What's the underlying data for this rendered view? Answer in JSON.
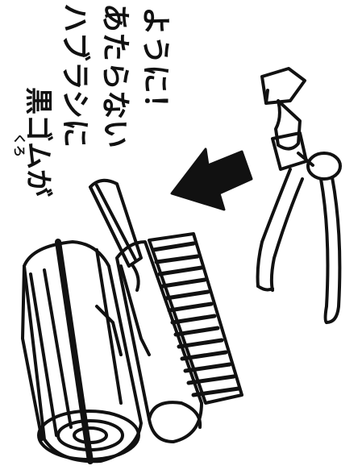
{
  "caption": {
    "ruby": "くろ",
    "line1": "黒ゴムが",
    "line2": "ハブラシに",
    "line3": "あたらない",
    "line4": "ように！"
  },
  "colors": {
    "ink": "#111111",
    "background": "#ffffff"
  },
  "icons": [
    "arrow-icon",
    "pliers-icon",
    "toothbrush-icon",
    "cylinder-icon"
  ]
}
